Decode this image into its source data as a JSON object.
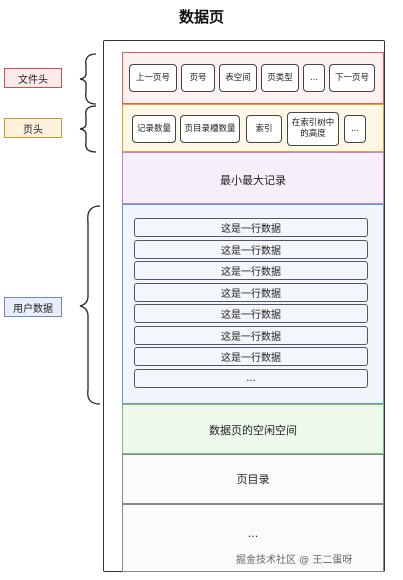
{
  "title": "数据页",
  "labels": {
    "file_header": "文件头",
    "page_header": "页头",
    "user_data": "用户数据"
  },
  "file_header_fields": [
    "上一页号",
    "页号",
    "表空间",
    "页类型",
    "...",
    "下一页号"
  ],
  "page_header_fields": [
    "记录数量",
    "页目录槽数量",
    "索引",
    "在索引树中的高度",
    "..."
  ],
  "min_max": "最小最大记录",
  "rows": [
    "这是一行数据",
    "这是一行数据",
    "这是一行数据",
    "这是一行数据",
    "这是一行数据",
    "这是一行数据",
    "这是一行数据",
    "..."
  ],
  "free_space": "数据页的空闲空间",
  "page_directory": "页目录",
  "rest": "...",
  "watermark": "掘金技术社区 @ 王二蛋呀",
  "colors": {
    "file_header": "#e06060",
    "page_header": "#e0a040",
    "min_max": "#b58ad0",
    "user_data": "#7090d0",
    "free_space": "#7cbf7a"
  }
}
